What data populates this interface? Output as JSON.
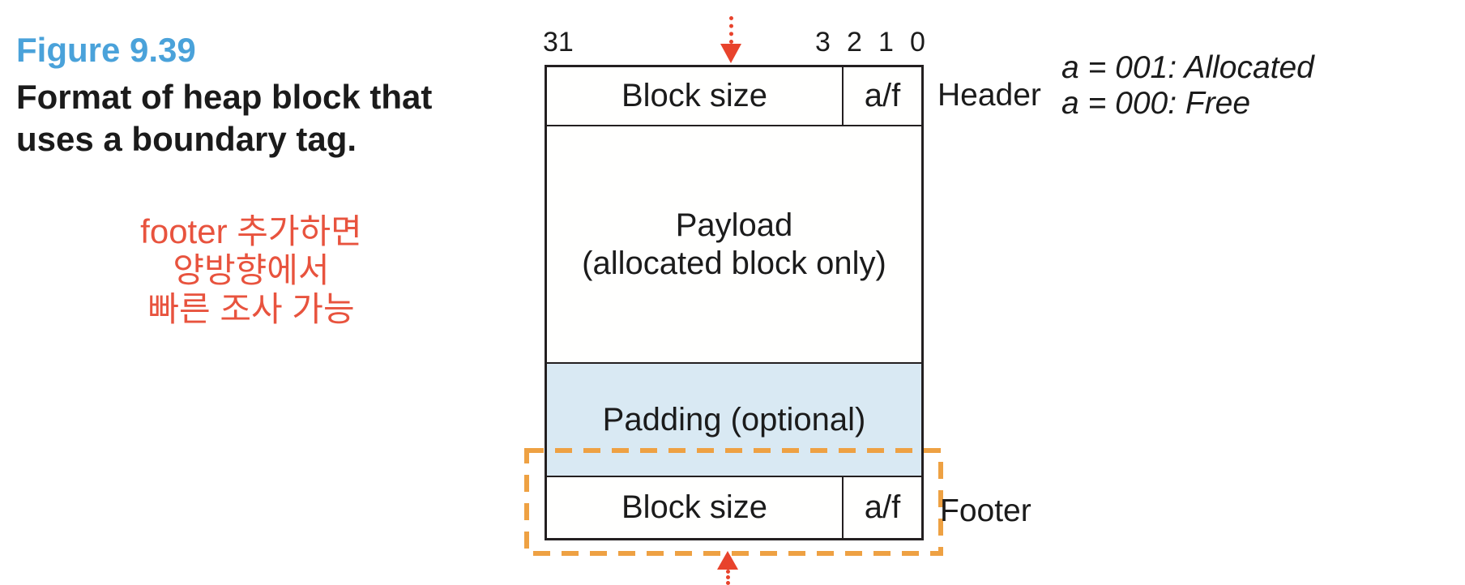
{
  "figure": {
    "label": "Figure 9.39",
    "caption_line1": "Format of heap block that",
    "caption_line2": "uses a boundary tag."
  },
  "annotation": {
    "lines": [
      "footer 추가하면",
      "양방향에서",
      "빠른 조사 가능"
    ]
  },
  "diagram": {
    "bit_left": "31",
    "bit_right": [
      "3",
      "2",
      "1",
      "0"
    ],
    "header": {
      "block_size": "Block size",
      "af": "a/f",
      "label": "Header"
    },
    "payload": {
      "line1": "Payload",
      "line2": "(allocated block only)"
    },
    "padding": {
      "text": "Padding (optional)"
    },
    "footer": {
      "block_size": "Block size",
      "af": "a/f",
      "label": "Footer"
    },
    "legend": {
      "line1": "a = 001: Allocated",
      "line2": "a = 000: Free"
    }
  },
  "colors": {
    "figure_label_blue": "#4aa2da",
    "annotation_red": "#e8533e",
    "arrow_red": "#e8432c",
    "padding_fill_blue": "#d9e9f3",
    "highlight_dash_orange": "#eea143",
    "text_black": "#1b1b1b"
  }
}
